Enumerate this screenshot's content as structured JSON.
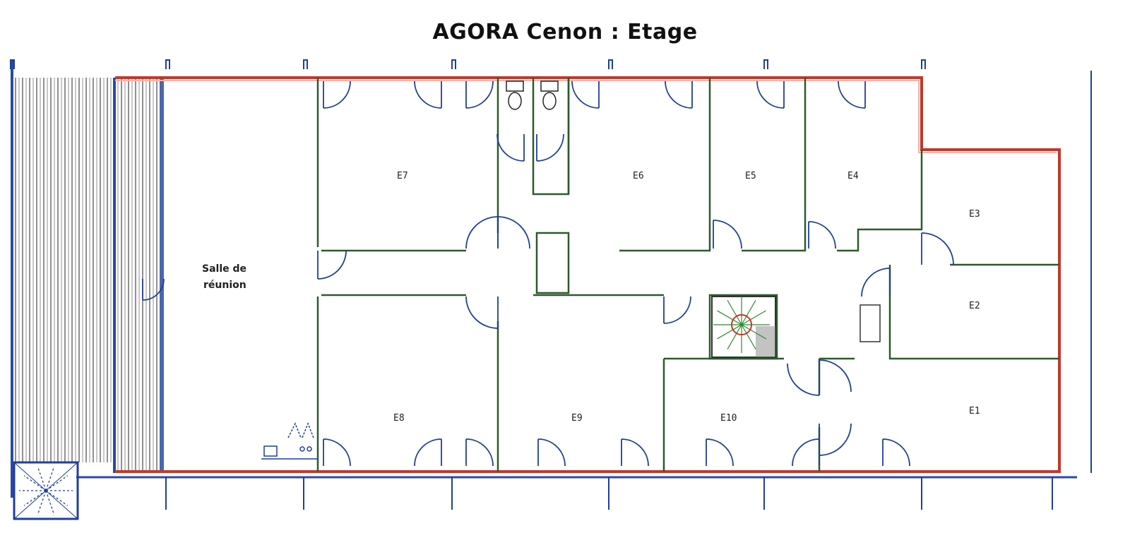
{
  "title": "AGORA Cenon : Etage",
  "rooms": {
    "salle_line1": "Salle de",
    "salle_line2": "réunion",
    "E1": "E1",
    "E2": "E2",
    "E3": "E3",
    "E4": "E4",
    "E5": "E5",
    "E6": "E6",
    "E7": "E7",
    "E8": "E8",
    "E9": "E9",
    "E10": "E10"
  },
  "colors": {
    "exterior_wall": "#c0392b",
    "window": "#1f3f99",
    "interior_wall": "#2d5a2d",
    "stair_fill": "#2e8b2e"
  }
}
